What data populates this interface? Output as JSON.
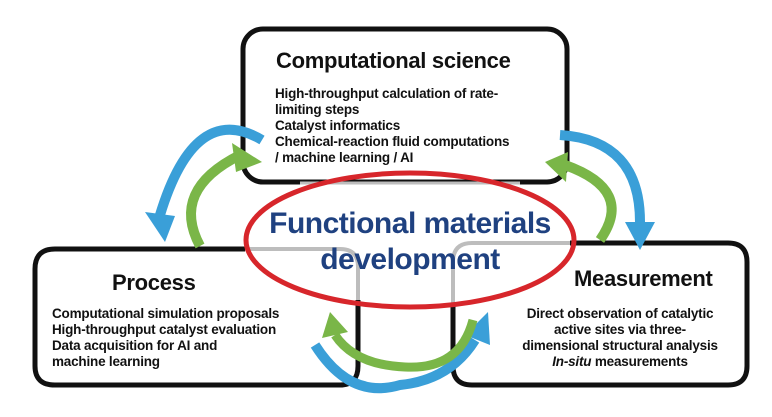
{
  "center": {
    "line1": "Functional materials",
    "line2": "development"
  },
  "computational": {
    "title": "Computational science",
    "lines": [
      "High-throughput calculation of  rate-",
      "limiting steps",
      "Catalyst informatics",
      "Chemical-reaction fluid computations",
      "/ machine learning / AI"
    ]
  },
  "process": {
    "title": "Process",
    "lines": [
      "Computational simulation proposals",
      "High-throughput catalyst evaluation",
      "Data acquisition for AI and",
      "machine learning"
    ]
  },
  "measurement": {
    "title": "Measurement",
    "lines": [
      "Direct observation of catalytic",
      "active sites via three-",
      "dimensional structural analysis"
    ],
    "italic": "In-situ",
    "last": " measurements"
  },
  "colors": {
    "blue": "#3a9fd8",
    "green": "#7ab648",
    "ellipse": "#d7262b",
    "text_blue": "#1f4180"
  }
}
